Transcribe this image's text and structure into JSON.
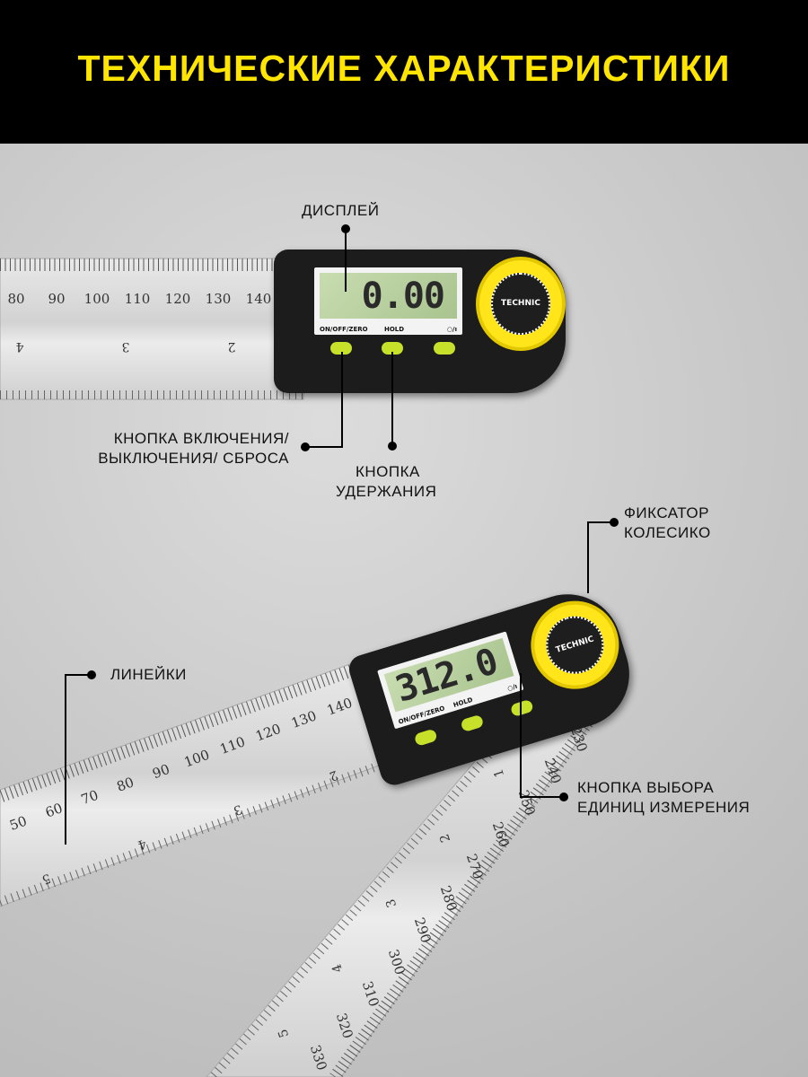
{
  "title": "ТЕХНИЧЕСКИЕ ХАРАКТЕРИСТИКИ",
  "device_top": {
    "display": "0.00",
    "buttons": [
      "ON/OFF/ZERO",
      "HOLD",
      "○/ı"
    ],
    "brand": "TECHNIC"
  },
  "device_bottom": {
    "display": "312.0",
    "buttons": [
      "ON/OFF/ZERO",
      "HOLD",
      "○/ı"
    ],
    "brand": "TECHNIC"
  },
  "rulers": {
    "top": {
      "cm": [
        "80",
        "90",
        "100",
        "110",
        "120",
        "130",
        "140"
      ],
      "inch": [
        "4",
        "3",
        "2"
      ]
    },
    "left": {
      "cm": [
        "50",
        "60",
        "70",
        "80",
        "90",
        "100",
        "110",
        "120",
        "130",
        "140"
      ],
      "inch": [
        "5",
        "4",
        "3",
        "2"
      ]
    },
    "right": {
      "cm": [
        "230",
        "240",
        "250",
        "260",
        "270",
        "280",
        "290",
        "300",
        "310",
        "320",
        "330"
      ],
      "inch": [
        "1",
        "2",
        "3",
        "4",
        "5"
      ]
    }
  },
  "callouts": {
    "display": "ДИСПЛЕЙ",
    "power_1": "КНОПКА ВКЛЮЧЕНИЯ/",
    "power_2": "ВЫКЛЮЧЕНИЯ/ СБРОСА",
    "hold_1": "КНОПКА",
    "hold_2": "УДЕРЖАНИЯ",
    "lock_1": "ФИКСАТОР",
    "lock_2": "КОЛЕСИКО",
    "rulers": "ЛИНЕЙКИ",
    "units_1": "КНОПКА ВЫБОРА",
    "units_2": "ЕДИНИЦ ИЗМЕРЕНИЯ"
  }
}
